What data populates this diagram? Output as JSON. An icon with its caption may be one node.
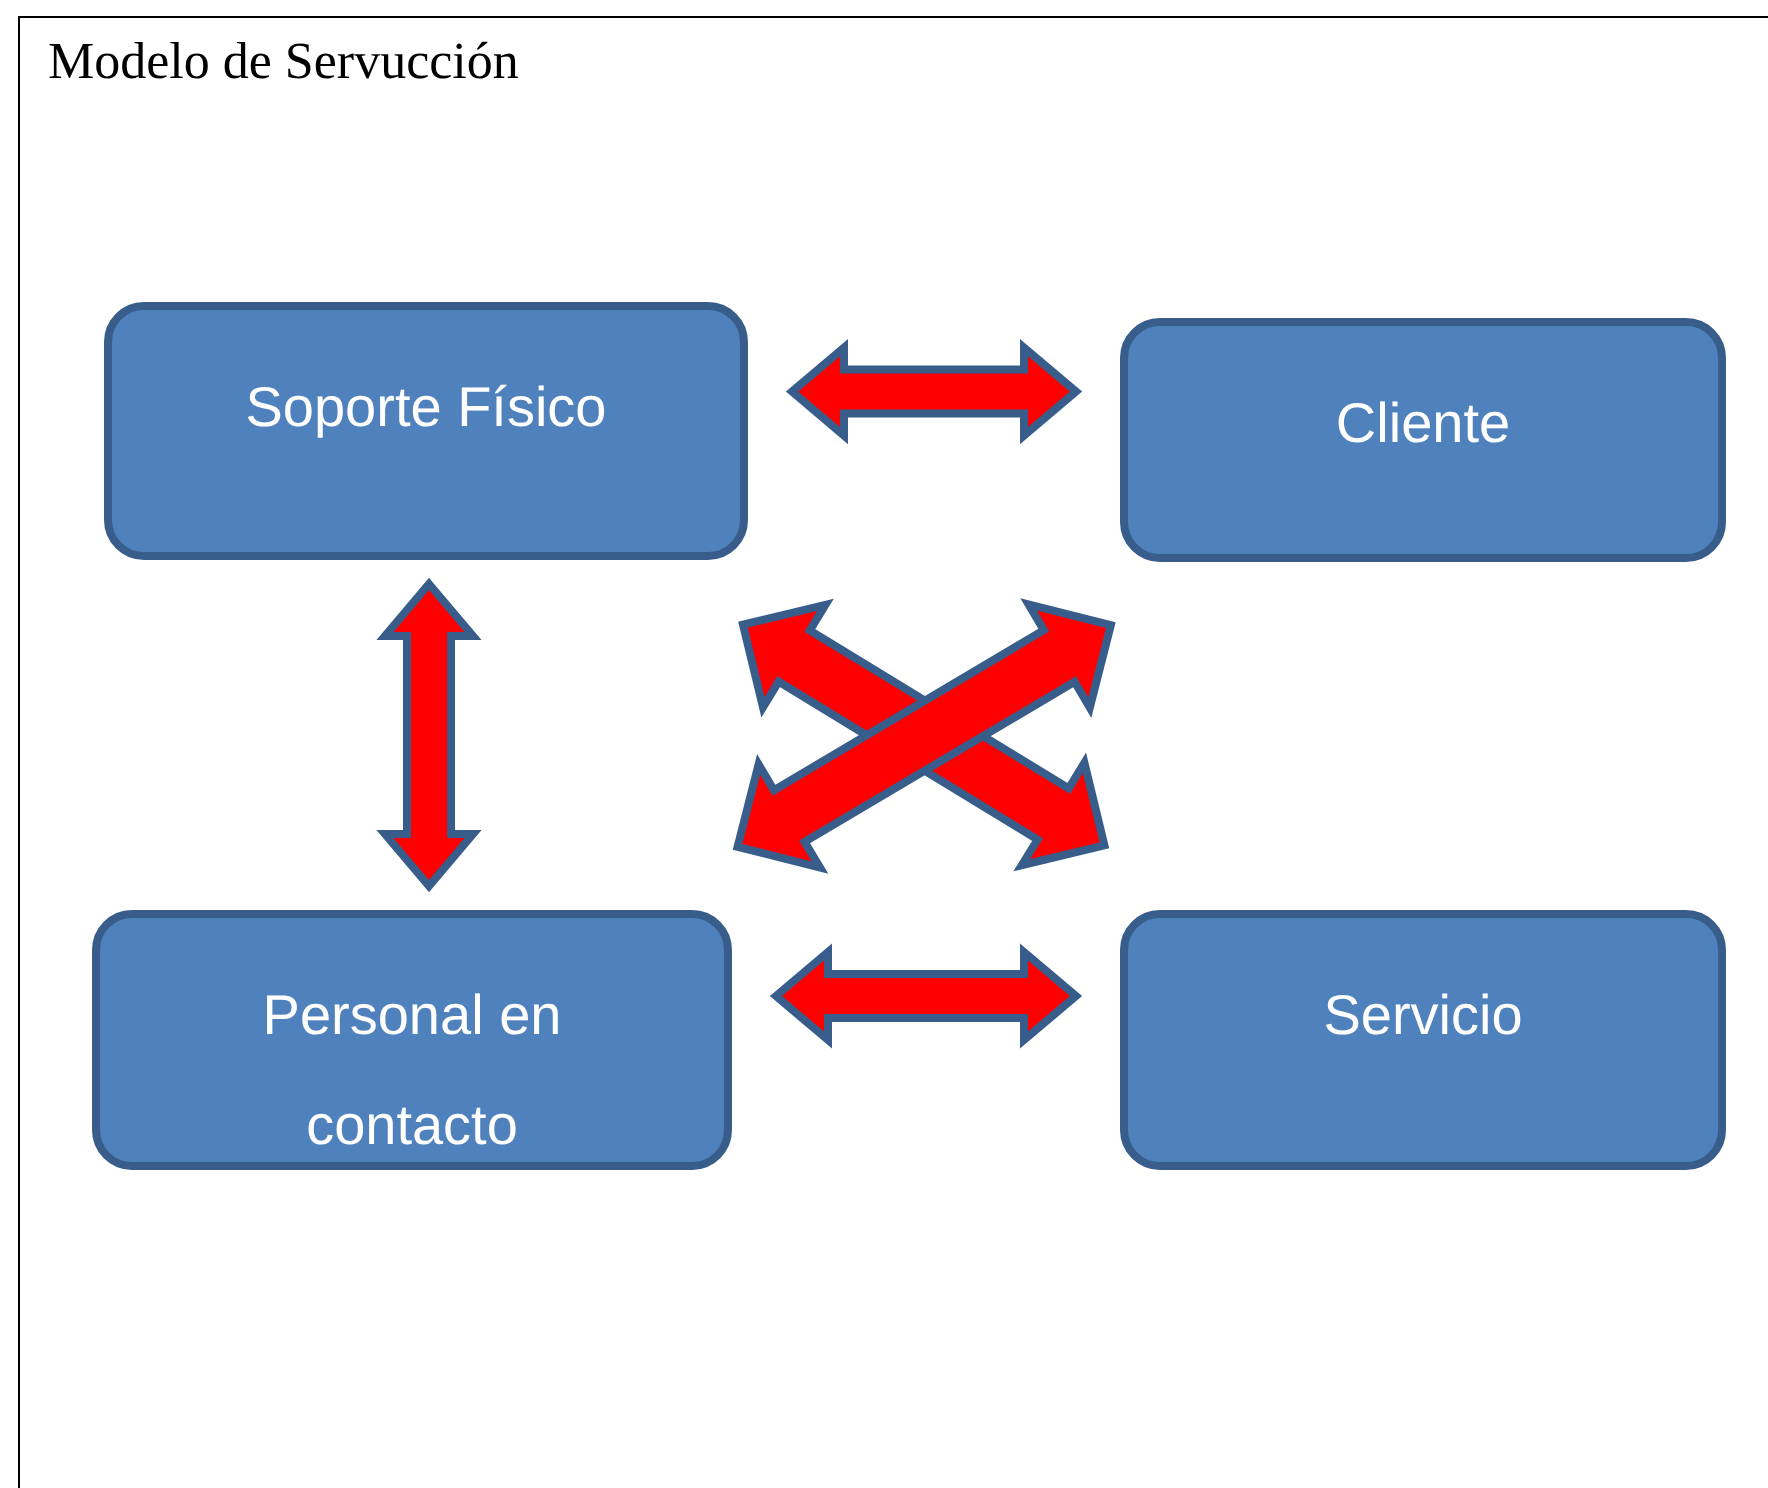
{
  "diagram": {
    "title": "Modelo de Servucción",
    "nodes": [
      {
        "text": [
          "Soporte Físico"
        ]
      },
      {
        "text": [
          "Cliente"
        ]
      },
      {
        "text": [
          "Personal en contacto"
        ]
      },
      {
        "text": [
          "Servicio"
        ]
      }
    ],
    "edges": [
      {
        "from": 0,
        "to": 1,
        "arrow": "both"
      },
      {
        "from": 0,
        "to": 2,
        "arrow": "both"
      },
      {
        "from": 2,
        "to": 3,
        "arrow": "both"
      },
      {
        "from": 0,
        "to": 3,
        "arrow": "both"
      },
      {
        "from": 1,
        "to": 2,
        "arrow": "both"
      }
    ]
  }
}
